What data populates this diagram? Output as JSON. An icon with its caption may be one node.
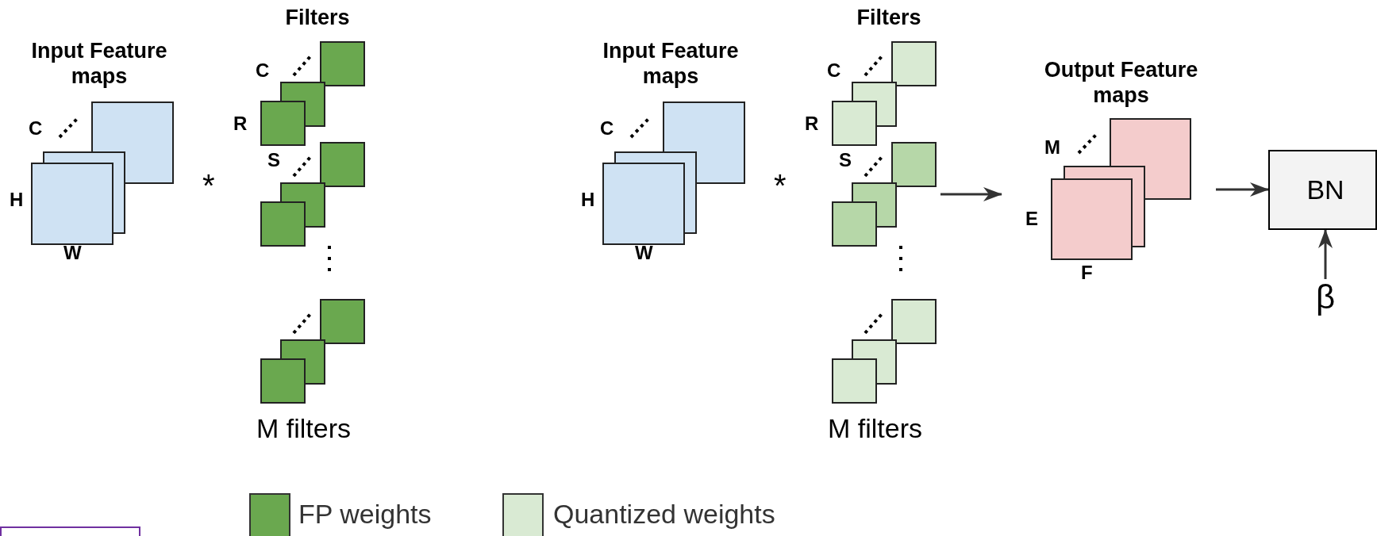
{
  "diagram": {
    "nodes": [
      {
        "text": [
          "Input Feature maps"
        ]
      },
      {
        "text": [
          "Filters",
          "M filters"
        ]
      },
      {
        "text": [
          "Input Feature maps"
        ]
      },
      {
        "text": [
          "Filters",
          "M filters"
        ]
      },
      {
        "text": [
          "Output Feature maps"
        ]
      },
      {
        "text": [
          "BN"
        ]
      },
      {
        "text": [
          "β"
        ]
      },
      {
        "text": [],
        "shape": "box"
      }
    ],
    "edges": [
      {
        "from": 3,
        "to": 4,
        "arrow": "to"
      },
      {
        "from": 4,
        "to": 5,
        "arrow": "to"
      },
      {
        "from": 6,
        "to": 5,
        "arrow": "to"
      }
    ],
    "labels": [
      "C",
      "H",
      "W",
      "*",
      "C",
      "R",
      "S",
      "C",
      "H",
      "W",
      "*",
      "C",
      "R",
      "S",
      "M",
      "E",
      "F"
    ],
    "legend": [
      {
        "text": "FP weights",
        "color": "#6aa84f"
      },
      {
        "text": "Quantized weights",
        "color": "#d9ead3"
      }
    ]
  }
}
